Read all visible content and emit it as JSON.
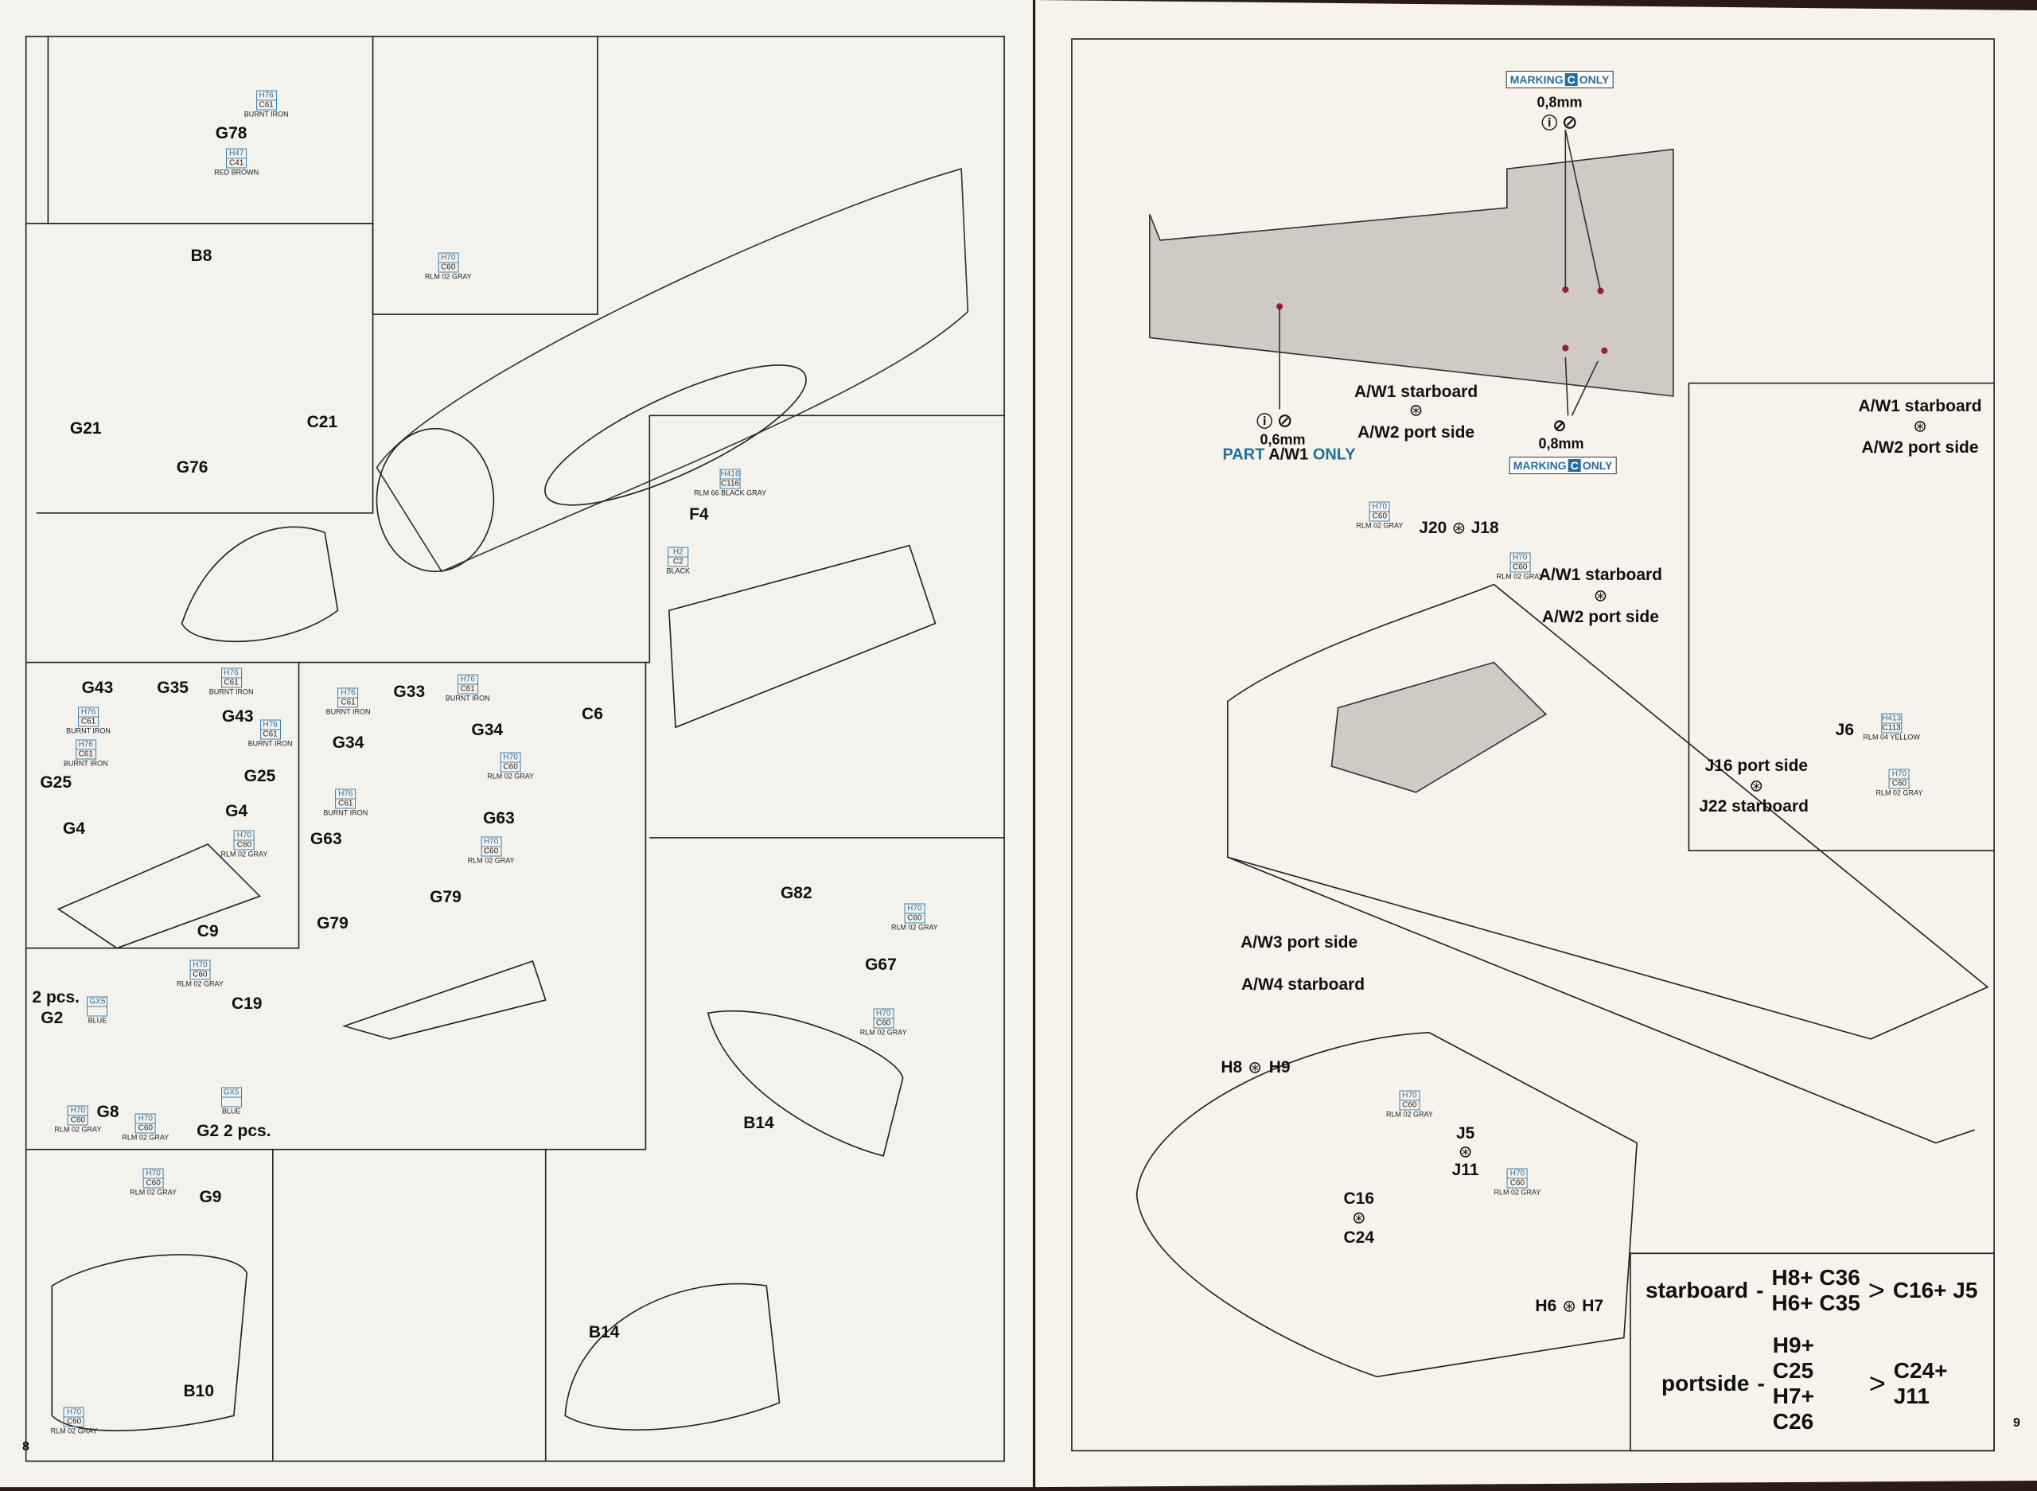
{
  "left_page": {
    "page_number": "8",
    "part_labels": [
      "G78",
      "B8",
      "G21",
      "G76",
      "C21",
      "G43",
      "G35",
      "G43",
      "G25",
      "G25",
      "G4",
      "G4",
      "C9",
      "G33",
      "G34",
      "G34",
      "C6",
      "G63",
      "G63",
      "G79",
      "G79",
      "2 pcs.",
      "G2",
      "C19",
      "G8",
      "G2  2 pcs.",
      "F4",
      "G82",
      "G67",
      "B14",
      "B14",
      "G9",
      "B10"
    ],
    "paint_callouts": [
      {
        "codes": [
          "H76",
          "C61"
        ],
        "name": "BURNT IRON"
      },
      {
        "codes": [
          "H47",
          "C41"
        ],
        "name": "RED BROWN"
      },
      {
        "codes": [
          "H70",
          "C60"
        ],
        "name": "RLM 02 GRAY"
      },
      {
        "codes": [
          "H76",
          "C61"
        ],
        "name": "BURNT IRON"
      },
      {
        "codes": [
          "H76",
          "C61"
        ],
        "name": "BURNT IRON"
      },
      {
        "codes": [
          "H76",
          "C61"
        ],
        "name": "BURNT IRON"
      },
      {
        "codes": [
          "H76",
          "C61"
        ],
        "name": "BURNT IRON"
      },
      {
        "codes": [
          "H70",
          "C60"
        ],
        "name": "RLM 02 GRAY"
      },
      {
        "codes": [
          "H76",
          "C61"
        ],
        "name": "BURNT IRON"
      },
      {
        "codes": [
          "H76",
          "C61"
        ],
        "name": "BURNT IRON"
      },
      {
        "codes": [
          "H70",
          "C60"
        ],
        "name": "RLM 02 GRAY"
      },
      {
        "codes": [
          "H76",
          "C61"
        ],
        "name": "BURNT IRON"
      },
      {
        "codes": [
          "H70",
          "C60"
        ],
        "name": "RLM 02 GRAY"
      },
      {
        "codes": [
          "H70",
          "C60"
        ],
        "name": "RLM 02 GRAY"
      },
      {
        "codes": [
          "GX5",
          ""
        ],
        "name": "BLUE"
      },
      {
        "codes": [
          "H70",
          "C60"
        ],
        "name": "RLM 02 GRAY"
      },
      {
        "codes": [
          "H70",
          "C60"
        ],
        "name": "RLM 02 GRAY"
      },
      {
        "codes": [
          "GX5",
          ""
        ],
        "name": "BLUE"
      },
      {
        "codes": [
          "H416",
          "C116"
        ],
        "name": "RLM 66 BLACK GRAY"
      },
      {
        "codes": [
          "H2",
          "C2"
        ],
        "name": "BLACK"
      },
      {
        "codes": [
          "H70",
          "C60"
        ],
        "name": "RLM 02 GRAY"
      },
      {
        "codes": [
          "H70",
          "C60"
        ],
        "name": "RLM 02 GRAY"
      },
      {
        "codes": [
          "H70",
          "C60"
        ],
        "name": "RLM 02 GRAY"
      },
      {
        "codes": [
          "H70",
          "C60"
        ],
        "name": "RLM 02 GRAY"
      }
    ]
  },
  "right_page": {
    "page_number": "9",
    "marking_top": {
      "prefix": "MARKING",
      "letter": "C",
      "suffix": "ONLY"
    },
    "marking_bottom": {
      "prefix": "MARKING",
      "letter": "C",
      "suffix": "ONLY"
    },
    "drill_top": "0,8mm",
    "drill_bottom": "0,8mm",
    "drill_left": "0,6mm",
    "part_only": {
      "prefix": "PART",
      "part": "A/W1",
      "suffix": "ONLY"
    },
    "part_labels": [
      "A/W1 starboard",
      "A/W2 port side",
      "A/W1 starboard",
      "A/W2 port side",
      "J20",
      "J18",
      "A/W1 starboard",
      "A/W2 port side",
      "J6",
      "J16 port side",
      "J22 starboard",
      "A/W3 port side",
      "A/W4 starboard",
      "H8",
      "H9",
      "J5",
      "J11",
      "C16",
      "C24",
      "H6",
      "H7"
    ],
    "paint_callouts": [
      {
        "codes": [
          "H70",
          "C60"
        ],
        "name": "RLM 02 GRAY"
      },
      {
        "codes": [
          "H70",
          "C60"
        ],
        "name": "RLM 02 GRAY"
      },
      {
        "codes": [
          "H413",
          "C113"
        ],
        "name": "RLM 04 YELLOW"
      },
      {
        "codes": [
          "H70",
          "C60"
        ],
        "name": "RLM 02 GRAY"
      },
      {
        "codes": [
          "H70",
          "C60"
        ],
        "name": "RLM 02 GRAY"
      },
      {
        "codes": [
          "H70",
          "C60"
        ],
        "name": "RLM 02 GRAY"
      }
    ],
    "summary": {
      "starboard": {
        "label": "starboard",
        "sep": "-",
        "a": "H8+ C36",
        "b": "H6+ C35",
        "result": "C16+ J5"
      },
      "portside": {
        "label": "portside",
        "sep": "-",
        "a": "H9+ C25",
        "b": "H7+ C26",
        "result": "C24+ J11"
      }
    }
  },
  "colors": {
    "paper": "#f6f3ec",
    "wood": "#2a1c14",
    "panel_gray": "#cfcac3",
    "accent_blue": "#1f6fa0",
    "drill_red": "#9a2030"
  }
}
